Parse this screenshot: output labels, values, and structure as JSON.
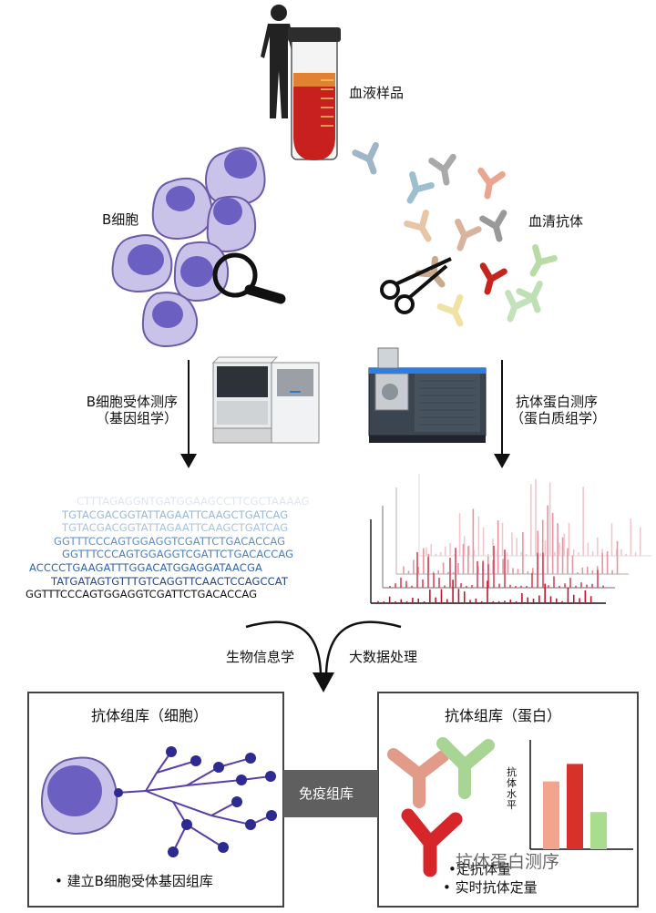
{
  "labels": {
    "blood_sample": "血液样品",
    "b_cells": "B细胞",
    "serum_antibodies": "血清抗体",
    "bcr_seq_line1": "B细胞受体测序",
    "bcr_seq_line2": "（基因组学）",
    "ab_protein_seq_line1": "抗体蛋白测序",
    "ab_protein_seq_line2": "（蛋白质组学）",
    "bioinformatics": "生物信息学",
    "big_data": "大数据处理",
    "immune_repertoire": "免疫组库"
  },
  "sequences": [
    {
      "text": "CTTTAGAGGNTGATGGAAGCCTTCGCTAAAAG",
      "color": "#dde6ef"
    },
    {
      "text": "TGTACGACGGTATTAGAATTCAAGCTGATCAG",
      "color": "#9ab7d6"
    },
    {
      "text": "TGTACGACGGTATTAGAATTCAAGCTGATCAG",
      "color": "#a9c3df"
    },
    {
      "text": "GGTTTCCCAGTGGAGGTCGATTCTGACACCAG",
      "color": "#5f8fcc"
    },
    {
      "text": "GGTTTCCCAGTGGAGGTCGATTCTGACACCAG",
      "color": "#4a7dc0"
    },
    {
      "text": "ACCCCTGAAGATTTGGACATGGAGGATAACGA",
      "color": "#3463ad"
    },
    {
      "text": "TATGATAGTGTTTGTCAGGTTCAACTCCAGCCAT",
      "color": "#22468f"
    },
    {
      "text": "GGTTTCCCAGTGGAGGTCGATTCTGACACCAG",
      "color": "#111111"
    }
  ],
  "left_box": {
    "title": "抗体组库（细胞）",
    "bullet": "• 建立B细胞受体基因组库"
  },
  "right_box": {
    "title": "抗体组库（蛋白）",
    "bullet_hidden": "•定抗体量",
    "bullet": "• 实时抗体定量",
    "y_axis_label": "抗体水平"
  },
  "chart_data": {
    "type": "bar",
    "categories": [
      "",
      "",
      ""
    ],
    "values": [
      0.62,
      0.78,
      0.34
    ],
    "colors": [
      "#f2a48f",
      "#d8312a",
      "#a9dc8f"
    ],
    "ylabel": "抗体水平"
  },
  "watermark": "抗体蛋白测序",
  "colors": {
    "cell_fill": "#c9c3ea",
    "cell_edge": "#6c5aa6",
    "nucleus": "#6b5fc2",
    "blood": "#c8201e",
    "arrow": "#111111",
    "spectrum_red": "#c0152b",
    "connector_grey": "#5f5f5f"
  }
}
